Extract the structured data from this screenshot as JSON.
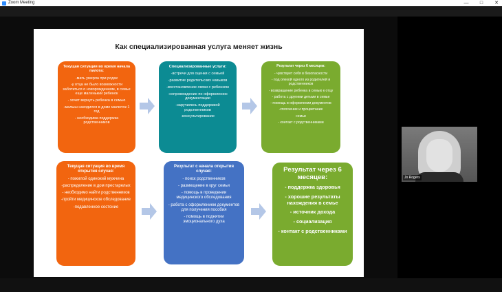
{
  "window": {
    "title": "Zoom Meeting",
    "controls": [
      "—",
      "□",
      "✕"
    ]
  },
  "slide": {
    "title": "Как специализированная услуга меняет жизнь",
    "cards": {
      "tl": {
        "title": "Текущая ситуация во время начала пилота:",
        "items": [
          "-мать умерла при родах",
          "-у отца не было возможности заботиться о новорожденном, в семье еще маленький ребенок",
          "- хочет вернуть ребенка в семью",
          "-малыш находился в доме малюток 1 год",
          "- необходима поддержка родственников"
        ]
      },
      "tm": {
        "title": "Специализированные услуги:",
        "items": [
          "-встречи  для оценки с семьей",
          "-развитие родительских навыков",
          "-восстановление связи с ребенком",
          "-сопровождение по оформлению документации",
          "-заручились поддержкой родственников",
          "-консультирование"
        ]
      },
      "tr": {
        "title": "Результат через 6 месяцев:",
        "items": [
          "- чувствует себя в безопасности",
          "- под опекой одного из родителей и родственников",
          "- возвращение ребенка в семью к отцу",
          "- работа с другими детьми в семье",
          "- помощь в оформлении документов",
          "-сплочение и процветание",
          "семьи",
          "- контакт с родственниками"
        ]
      },
      "bl": {
        "title": "Текущая ситуация во время открытия случая:",
        "items": [
          "- пожилой одинокий мужчина",
          "-распределение в дом престарелых",
          "- необходимо найти родственников",
          "-пройти медицинское обследование",
          "-подавленное состоние"
        ]
      },
      "bm": {
        "title": "Результат с начала открытия случая:",
        "items": [
          "- поиск родственников",
          "- размещение в круг семьи",
          "- помощь в проведении медицинского обследования",
          "- работа с оформлением документов для получения пособия",
          "- помощь в поднятии эмоционального  духа"
        ]
      },
      "br": {
        "title": "Результат через 6 месяцев:",
        "items": [
          "- поддержка здоровья",
          "- хорошие результаты нахождения в семье",
          "- источник дохода",
          "- социализация",
          "- контакт с родственниками"
        ]
      }
    }
  },
  "participant": {
    "name": "Jo Rogers"
  },
  "colors": {
    "orange": "#f2650f",
    "teal": "#0c8b93",
    "green": "#7aab2f",
    "blue": "#4472c4",
    "arrow": "#b4c7e7"
  }
}
